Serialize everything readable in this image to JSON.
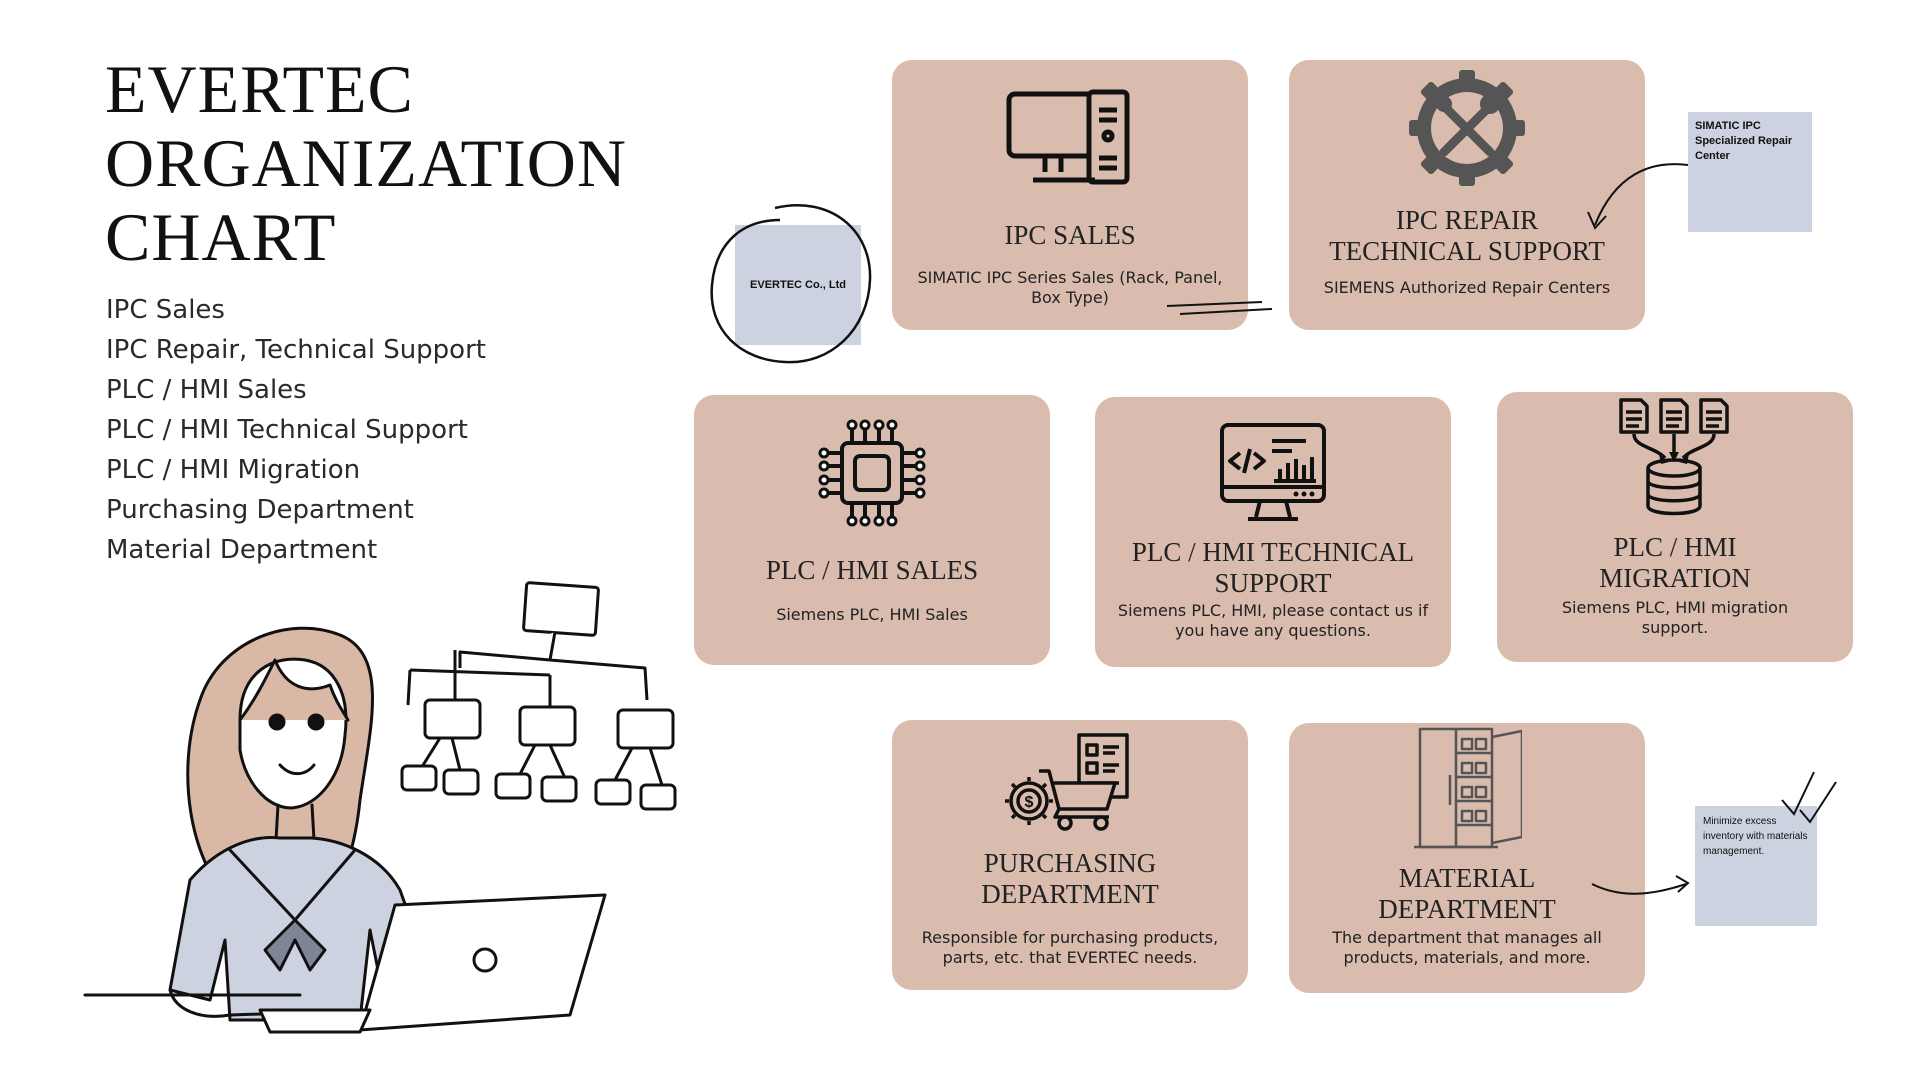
{
  "title_lines": [
    "EVERTEC",
    "ORGANIZATION",
    "CHART"
  ],
  "departments_list": [
    "IPC Sales",
    "IPC Repair, Technical Support",
    "PLC / HMI Sales",
    "PLC / HMI Technical Support",
    "PLC / HMI Migration",
    "Purchasing Department",
    "Material Department"
  ],
  "cards": {
    "ipc_sales": {
      "title": "IPC SALES",
      "desc": "SIMATIC IPC Series Sales (Rack, Panel, Box Type)",
      "icon": "computer-icon"
    },
    "ipc_repair": {
      "title": "IPC REPAIR TECHNICAL SUPPORT",
      "desc": "SIEMENS Authorized Repair Centers",
      "icon": "tools-gear-icon"
    },
    "plc_sales": {
      "title": "PLC / HMI SALES",
      "desc": "Siemens PLC, HMI Sales",
      "icon": "chip-icon"
    },
    "plc_support": {
      "title": "PLC / HMI TECHNICAL SUPPORT",
      "desc": "Siemens PLC, HMI, please contact us if you have any questions.",
      "icon": "code-monitor-icon"
    },
    "plc_migration": {
      "title": "PLC / HMI MIGRATION",
      "desc": "Siemens PLC, HMI migration support.",
      "icon": "database-migration-icon"
    },
    "purchasing": {
      "title": "PURCHASING DEPARTMENT",
      "desc": "Responsible for purchasing products, parts, etc. that EVERTEC needs.",
      "icon": "cart-invoice-icon"
    },
    "material": {
      "title": "MATERIAL DEPARTMENT",
      "desc": "The department that manages all products, materials, and more.",
      "icon": "storage-cabinet-icon"
    }
  },
  "notes": {
    "company": "EVERTEC Co., Ltd",
    "repair_center": "SIMATIC IPC Specialized Repair Center",
    "inventory": "Minimize excess inventory with materials management."
  },
  "colors": {
    "card": "#d9bcad",
    "note": "#ccd2df",
    "ink": "#111111"
  }
}
